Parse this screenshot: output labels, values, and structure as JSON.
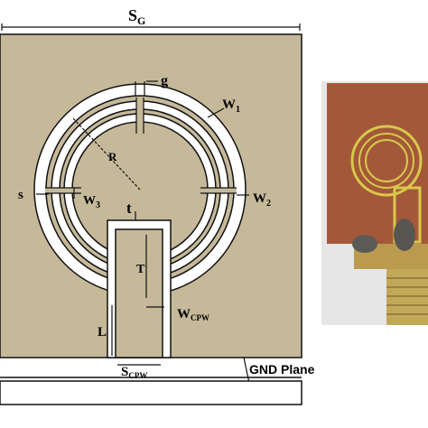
{
  "diagram": {
    "labels": {
      "sg": "S",
      "sg_sub": "G",
      "g": "g",
      "w1": "W",
      "w1_sub": "1",
      "r": "R",
      "s": "s",
      "w3": "W",
      "w3_sub": "3",
      "w2": "W",
      "w2_sub": "2",
      "t_small": "t",
      "t_big": "T",
      "l": "L",
      "wcpw": "W",
      "wcpw_sub": "CPW",
      "scpw": "S",
      "scpw_sub": "CPW",
      "gnd_plane": "GND Plane"
    },
    "colors": {
      "substrate": "#c5b99a",
      "conductor": "#ffffff",
      "outline": "#111111",
      "photo_bg": "#e6e6e6",
      "photo_board": "#a4583a",
      "photo_trace": "#d8c94a",
      "connector": "#b99a4e"
    }
  }
}
